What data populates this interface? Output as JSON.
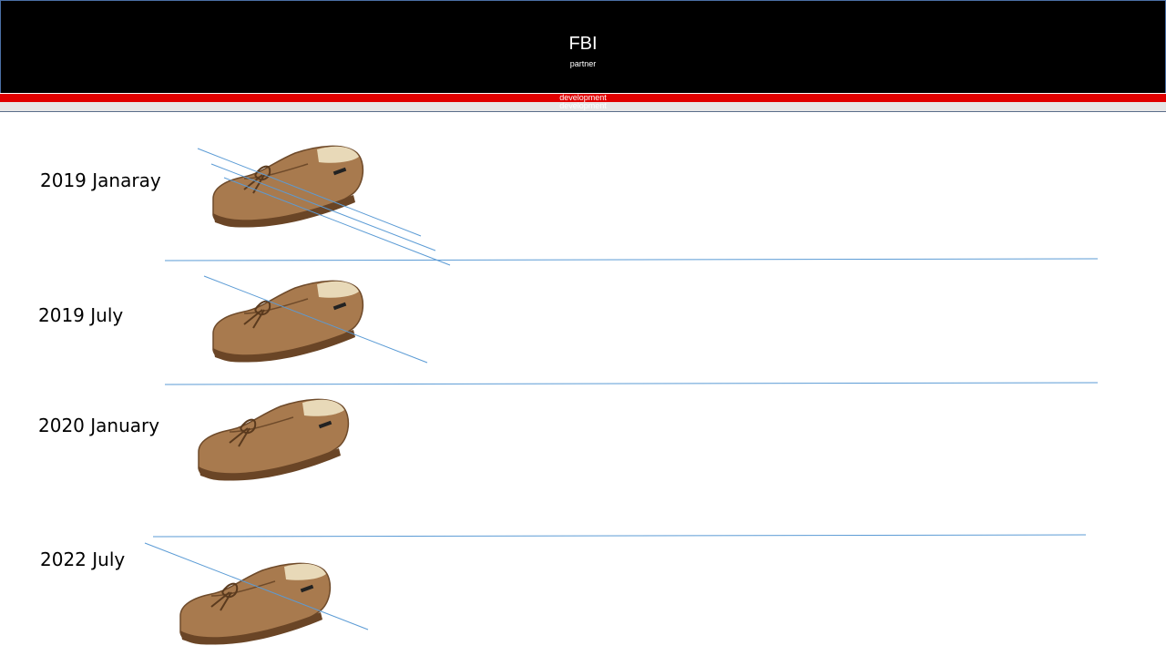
{
  "header": {
    "title": "FBI",
    "subtitle": "partner",
    "band_label_1": "development",
    "band_label_2": "development"
  },
  "rows": [
    {
      "label": "2019 Janaray",
      "image": "moccasin-slipper"
    },
    {
      "label": "2019 July",
      "image": "moccasin-slipper"
    },
    {
      "label": "2020 January",
      "image": "moccasin-slipper"
    },
    {
      "label": "2022 July",
      "image": "moccasin-slipper"
    }
  ],
  "colors": {
    "header_bg": "#000000",
    "accent_red": "#e00000",
    "band_gray": "#e6e6e6",
    "line_blue": "#5b9bd5",
    "suede": "#a87a4e"
  }
}
